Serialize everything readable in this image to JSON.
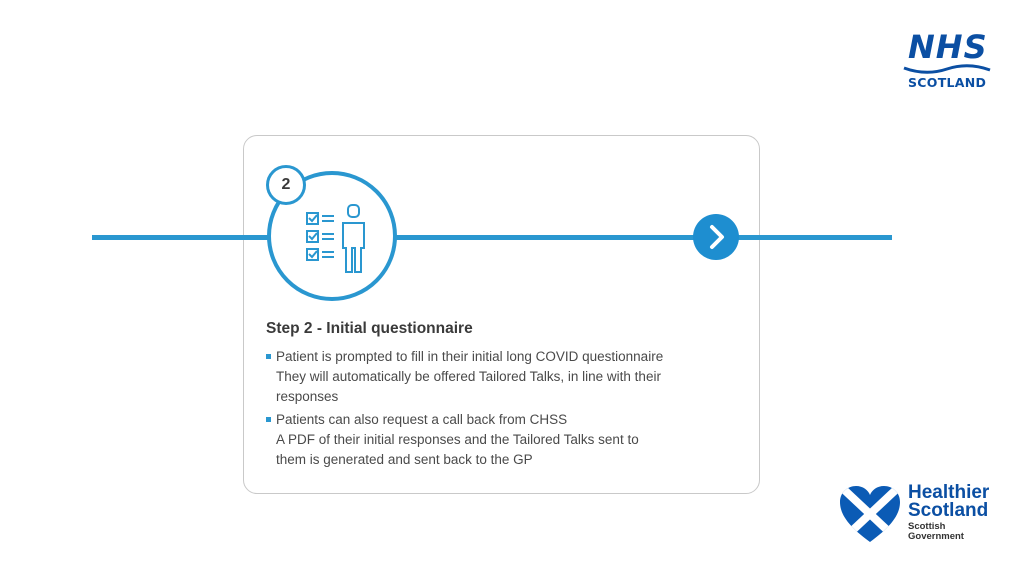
{
  "logos": {
    "nhs_top": "NHS",
    "nhs_bottom": "SCOTLAND",
    "healthier_line1": "Healthier",
    "healthier_line2": "Scotland",
    "gov_line1": "Scottish",
    "gov_line2": "Government"
  },
  "step": {
    "number": "2",
    "title": "Step 2 - Initial questionnaire",
    "bullets": [
      {
        "lines": [
          "Patient is prompted to fill in their initial long COVID questionnaire",
          "They will automatically be offered Tailored Talks, in line with their",
          "responses"
        ]
      },
      {
        "lines": [
          "Patients can also request a call back from CHSS",
          "A PDF of their initial responses and the Tailored Talks sent to",
          "them is generated and sent back to the GP"
        ]
      }
    ]
  },
  "icons": {
    "main": "checklist-person-icon",
    "next": "chevron-right-icon"
  },
  "colors": {
    "accent": "#2a97d0",
    "nhs_blue": "#0b4fa3",
    "text": "#3a3a3a"
  }
}
